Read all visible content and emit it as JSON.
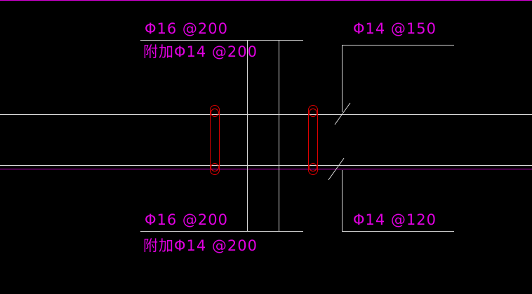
{
  "drawing": {
    "type": "reinforcement-detail-cad-drawing",
    "labels": {
      "top_left_main": "Φ16 @200",
      "top_left_additional": "附加Φ14 @200",
      "top_right": "Φ14 @150",
      "bottom_left_main": "Φ16 @200",
      "bottom_left_additional": "附加Φ14 @200",
      "bottom_right": "Φ14 @120"
    },
    "colors": {
      "background": "#000000",
      "annotation_text": "#e000e0",
      "rebar_line": "#d400d4",
      "beam_edge_line": "#d9d9d9",
      "leader_line": "#d9d9d9",
      "stirrup": "#de0000"
    }
  }
}
